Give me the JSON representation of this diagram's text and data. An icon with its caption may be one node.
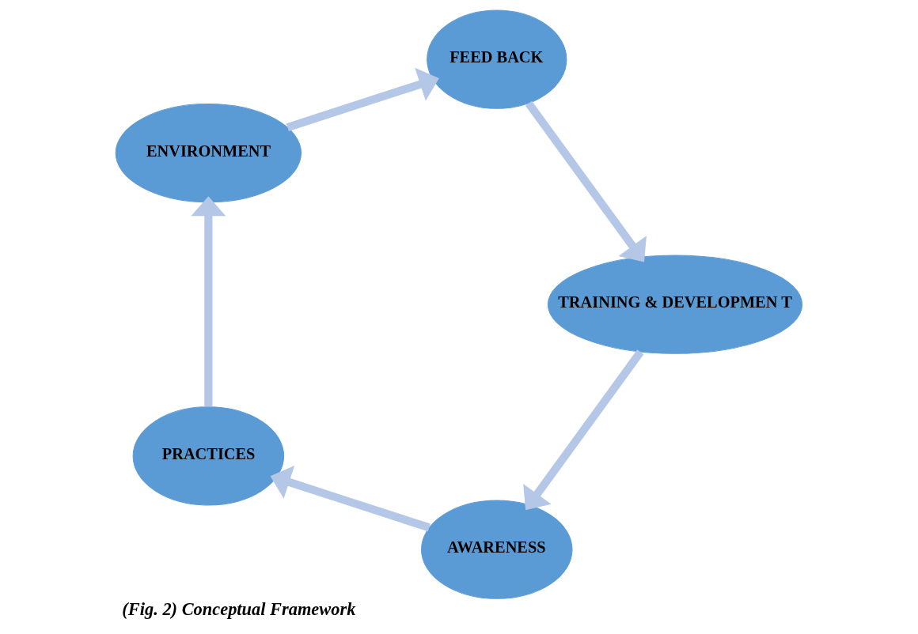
{
  "diagram": {
    "caption": "(Fig. 2) Conceptual Framework",
    "nodes": [
      {
        "text": [
          "AWARENESS"
        ]
      },
      {
        "text": [
          "PRACTICES"
        ]
      },
      {
        "text": [
          "ENVIRONMENT"
        ]
      },
      {
        "text": [
          "FEED BACK"
        ]
      },
      {
        "text": [
          "TRAINING & DEVELOPMEN T"
        ]
      }
    ],
    "edges": [
      {
        "from": 0,
        "to": 1,
        "arrow": "to"
      },
      {
        "from": 1,
        "to": 2,
        "arrow": "to"
      },
      {
        "from": 2,
        "to": 3,
        "arrow": "to"
      },
      {
        "from": 3,
        "to": 4,
        "arrow": "to"
      },
      {
        "from": 4,
        "to": 0,
        "arrow": "to"
      }
    ]
  }
}
